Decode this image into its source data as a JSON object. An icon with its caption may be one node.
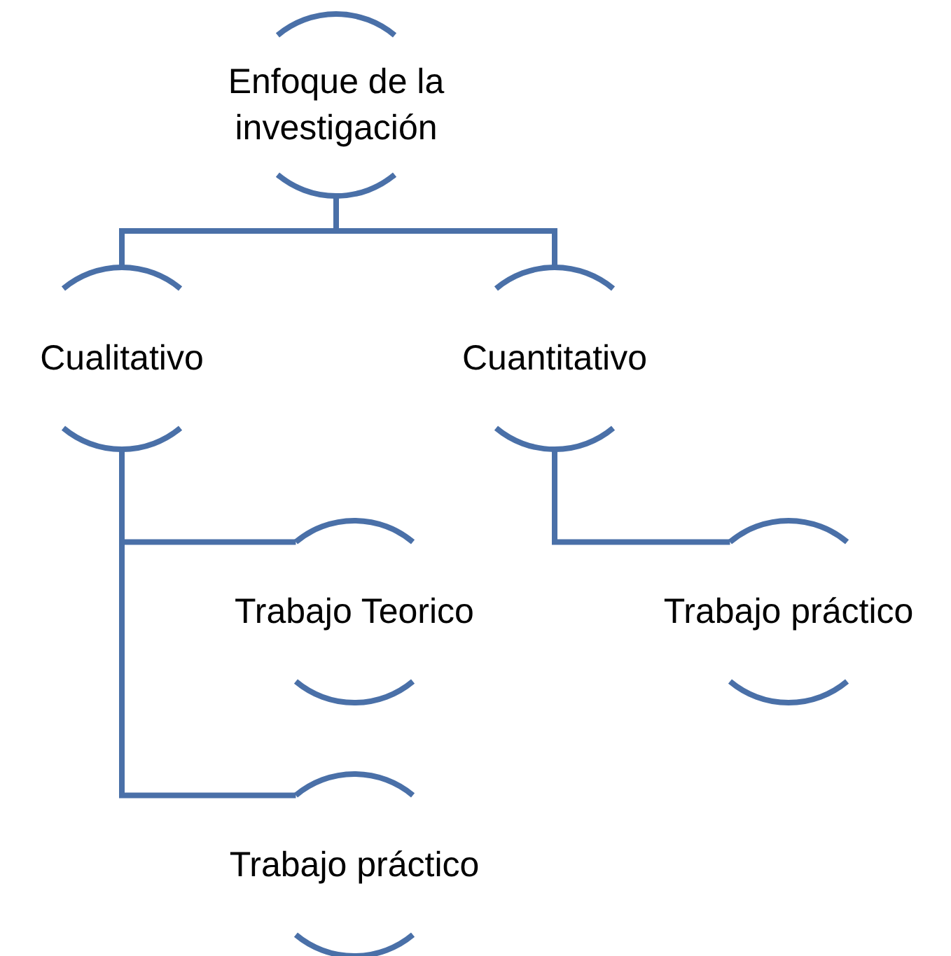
{
  "diagram": {
    "nodes": [
      {
        "text": [
          "Enfoque de la investigación"
        ]
      },
      {
        "text": [
          "Cualitativo"
        ]
      },
      {
        "text": [
          "Cuantitativo"
        ]
      },
      {
        "text": [
          "Trabajo Teorico"
        ]
      },
      {
        "text": [
          "Trabajo práctico"
        ]
      },
      {
        "text": [
          "Trabajo práctico"
        ]
      }
    ],
    "edges": [
      {
        "from": 0,
        "to": 1,
        "arrow": "none"
      },
      {
        "from": 0,
        "to": 2,
        "arrow": "none"
      },
      {
        "from": 1,
        "to": 3,
        "arrow": "none"
      },
      {
        "from": 1,
        "to": 5,
        "arrow": "none"
      },
      {
        "from": 2,
        "to": 4,
        "arrow": "none"
      }
    ]
  }
}
